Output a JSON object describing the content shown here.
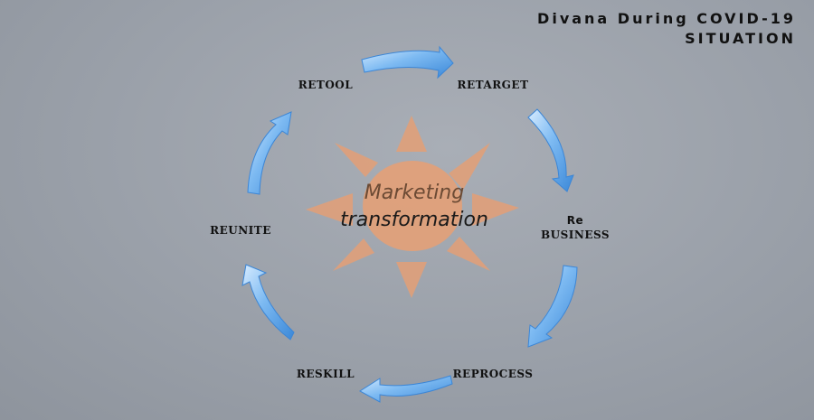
{
  "title": {
    "line1": "Divana During COVID-19",
    "line2": "SITUATION"
  },
  "center": {
    "line1": "Marketing",
    "line2": "transformation"
  },
  "stages": {
    "retool": "RETOOL",
    "retarget": "RETARGET",
    "rebusiness_line1": "Re",
    "rebusiness_line2": "BUSINESS",
    "reprocess": "REPROCESS",
    "reskill": "RESKILL",
    "reunite": "REUNITE"
  },
  "colors": {
    "sun": "#e0a07a",
    "arrow": "#6fb0ee",
    "arrow_dark": "#3c86d6"
  }
}
